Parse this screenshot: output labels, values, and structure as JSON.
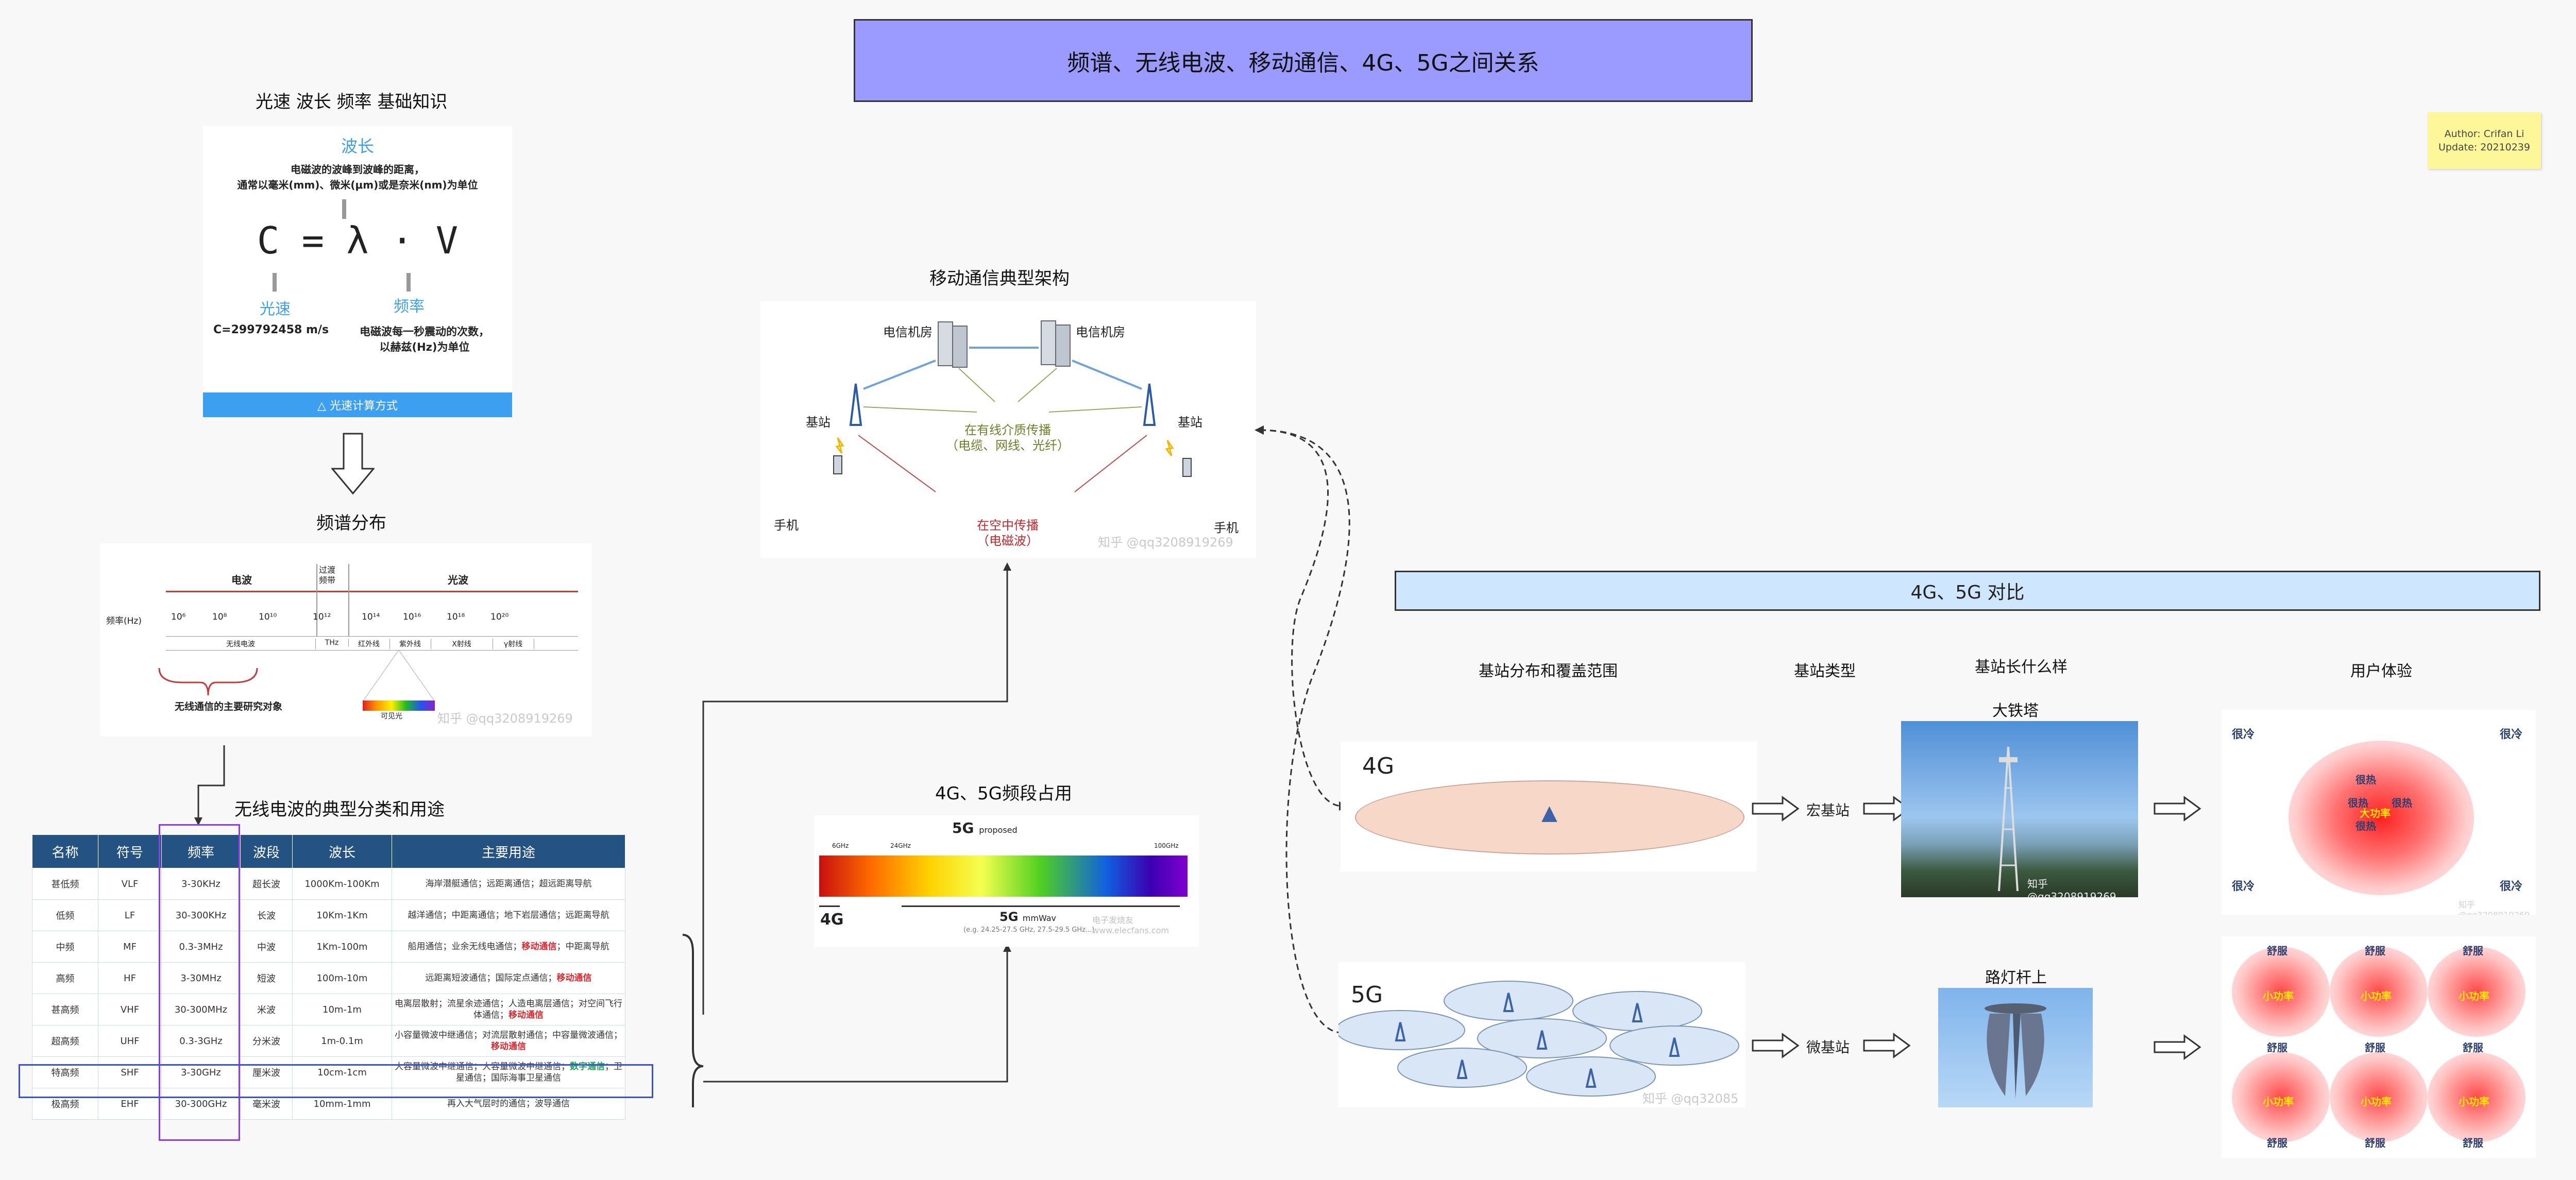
{
  "title": "频谱、无线电波、移动通信、4G、5G之间关系",
  "note": {
    "author": "Author: Crifan Li",
    "update": "Update: 20210239"
  },
  "basics": {
    "heading": "光速 波长 频率 基础知识",
    "wavelength_title": "波长",
    "wavelength_desc1": "电磁波的波峰到波峰的距离，",
    "wavelength_desc2": "通常以毫米(mm)、微米(μm)或是奈米(nm)为单位",
    "formula": "C = λ · V",
    "speed_title": "光速",
    "freq_title": "频率",
    "speed_value": "C=299792458 m/s",
    "freq_desc1": "电磁波每一秒震动的次数，",
    "freq_desc2": "以赫兹(Hz)为单位",
    "footer": "△ 光速计算方式"
  },
  "spectrum": {
    "heading": "频谱分布",
    "radio": "电波",
    "transition1": "过渡",
    "transition2": "频带",
    "light": "光波",
    "freq_label": "频率(Hz)",
    "ticks": [
      "10⁶",
      "10⁸",
      "10¹⁰",
      "10¹²",
      "10¹⁴",
      "10¹⁶",
      "10¹⁸",
      "10²⁰"
    ],
    "bands": [
      "无线电波",
      "THz",
      "红外线",
      "紫外线",
      "X射线",
      "γ射线"
    ],
    "research": "无线通信的主要研究对象",
    "visible": "可见光",
    "watermark": "知乎 @qq3208919269"
  },
  "radio_table": {
    "heading": "无线电波的典型分类和用途",
    "columns": [
      "名称",
      "符号",
      "频率",
      "波段",
      "波长",
      "主要用途"
    ],
    "rows": [
      [
        "甚低频",
        "VLF",
        "3-30KHz",
        "超长波",
        "1000Km-100Km",
        "海岸潜艇通信；远距离通信；超远距离导航"
      ],
      [
        "低频",
        "LF",
        "30-300KHz",
        "长波",
        "10Km-1Km",
        "越洋通信；中距离通信；地下岩层通信；远距离导航"
      ],
      [
        "中频",
        "MF",
        "0.3-3MHz",
        "中波",
        "1Km-100m",
        "船用通信；业余无线电通信；移动通信；中距离导航"
      ],
      [
        "高频",
        "HF",
        "3-30MHz",
        "短波",
        "100m-10m",
        "远距离短波通信；国际定点通信；移动通信"
      ],
      [
        "甚高频",
        "VHF",
        "30-300MHz",
        "米波",
        "10m-1m",
        "电离层散射；流星余迹通信；人造电离层通信；对空间飞行体通信；移动通信"
      ],
      [
        "超高频",
        "UHF",
        "0.3-3GHz",
        "分米波",
        "1m-0.1m",
        "小容量微波中继通信；对流层散射通信；中容量微波通信；移动通信"
      ],
      [
        "特高频",
        "SHF",
        "3-30GHz",
        "厘米波",
        "10cm-1cm",
        "大容量微波中继通信；大容量微波中继通信；数字通信；卫星通信；国际海事卫星通信"
      ],
      [
        "极高频",
        "EHF",
        "30-300GHz",
        "毫米波",
        "10mm-1mm",
        "再入大气层时的通信；波导通信"
      ]
    ]
  },
  "architecture": {
    "heading": "移动通信典型架构",
    "room1": "电信机房",
    "room2": "电信机房",
    "base1": "基站",
    "base2": "基站",
    "wired1": "在有线介质传播",
    "wired2": "（电缆、网线、光纤）",
    "phone1": "手机",
    "phone2": "手机",
    "air1": "在空中传播",
    "air2": "（电磁波）",
    "watermark": "知乎 @qq3208919269"
  },
  "bands_4g5g": {
    "heading": "4G、5G频段占用",
    "g5": "5G",
    "proposed": "proposed",
    "ghz6": "6GHz",
    "ghz24": "24GHz",
    "ghz100": "100GHz",
    "g4": "4G",
    "mmwave_5g": "5G",
    "mmwave": "mmWav",
    "eg": "(e.g. 24.25-27.5 GHz, 27.5-29.5 GHz...)",
    "watermark": "电子发烧友 www.elecfans.com"
  },
  "compare": {
    "heading": "4G、5G 对比",
    "col1": "基站分布和覆盖范围",
    "col2": "基站类型",
    "col3": "基站长什么样",
    "col4": "用户体验",
    "g4_label": "4G",
    "g5_label": "5G",
    "macro": "宏基站",
    "micro": "微基站",
    "iron_tower": "大铁塔",
    "lamp_post": "路灯杆上",
    "watermark": "知乎 @qq3208919269",
    "watermark_short": "知乎 @qq32085",
    "cold": "很冷",
    "hot": "很热",
    "great": "大功率",
    "comfy": "舒服",
    "small": "小功率"
  },
  "colors": {
    "title_bg": "#9b9bff",
    "compare_bg": "#cfe6ff",
    "table_header": "#245383",
    "note_bg": "#fdf79a"
  }
}
